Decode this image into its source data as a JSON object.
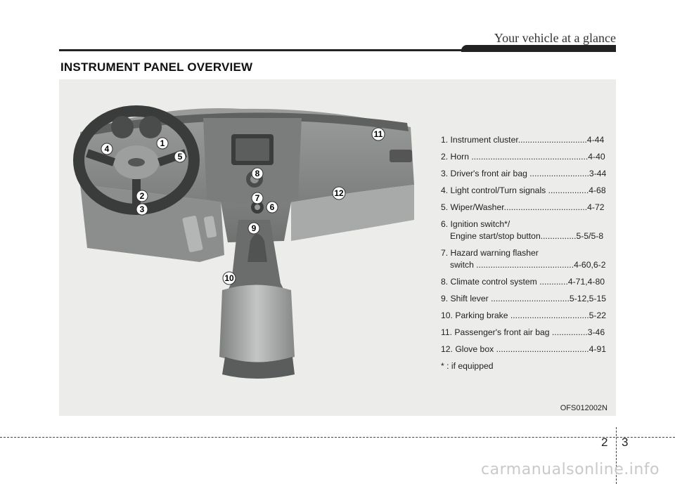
{
  "header": {
    "section_title": "Your vehicle at a glance"
  },
  "page": {
    "title": "INSTRUMENT PANEL OVERVIEW"
  },
  "figure": {
    "code": "OFS012002N",
    "callouts": [
      "1",
      "2",
      "3",
      "4",
      "5",
      "6",
      "7",
      "8",
      "9",
      "10",
      "11",
      "12"
    ]
  },
  "legend": {
    "items": [
      {
        "line": "1. Instrument cluster.............................4-44"
      },
      {
        "line": "2. Horn .................................................4-40"
      },
      {
        "line": "3. Driver's front air bag .........................3-44"
      },
      {
        "line": "4. Light control/Turn signals .................4-68"
      },
      {
        "line": "5. Wiper/Washer...................................4-72"
      },
      {
        "line": "6. Ignition switch*/",
        "sub": "Engine start/stop button...............5-5/5-8"
      },
      {
        "line": "7. Hazard warning flasher",
        "sub": "switch .........................................4-60,6-2"
      },
      {
        "line": "8. Climate control system ............4-71,4-80"
      },
      {
        "line": "9. Shift lever .................................5-12,5-15"
      },
      {
        "line": "10. Parking brake .................................5-22"
      },
      {
        "line": "11. Passenger's front air bag ...............3-46"
      },
      {
        "line": "12. Glove box .......................................4-91"
      }
    ],
    "footnote": "* : if equipped"
  },
  "footer": {
    "page_left": "2",
    "page_right": "3",
    "watermark": "carmanualsonline.info"
  }
}
